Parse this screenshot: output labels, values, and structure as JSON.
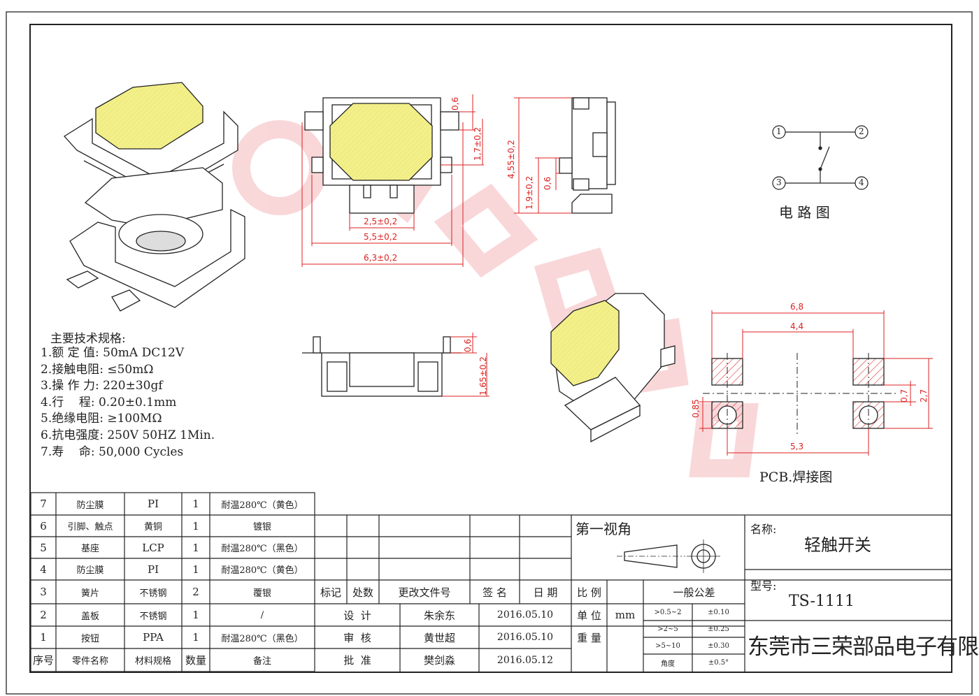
{
  "specs": {
    "heading": "主要技术规格:",
    "items": [
      "1.额 定 值: 50mA DC12V",
      "2.接触电阻: ≤50mΩ",
      "3.操 作 力: 220±30gf",
      "4.行    程: 0.20±0.1mm",
      "5.绝缘电阻: ≥100MΩ",
      "6.抗电强度: 250V 50HZ 1Min.",
      "7.寿    命: 50,000 Cycles"
    ]
  },
  "dimensions": {
    "top_pitch": "2,5±0,2",
    "body_width": "5,5±0,2",
    "overall_width": "6,3±0,2",
    "top_small": "0,6",
    "lead_pitch": "1,7±0,2",
    "side_height": "4,55±0,2",
    "side_actuator": "1,9±0,2",
    "side_small": "0,6",
    "front_small": "0,6",
    "front_height": "1,65±0,2",
    "pcb_outer": "6,8",
    "pcb_inner": "4,4",
    "pcb_pitch": "5,3",
    "pcb_pad": "0,85",
    "pcb_gap": "0,7",
    "pcb_height": "2,7"
  },
  "circuit": {
    "title": "电 路 图",
    "pins": [
      "1",
      "2",
      "3",
      "4"
    ]
  },
  "pcb_title": "PCB.焊接图",
  "bom": {
    "rows": [
      {
        "no": "7",
        "name": "防尘膜",
        "material": "PI",
        "qty": "1",
        "note": "耐温280℃（黄色）"
      },
      {
        "no": "6",
        "name": "引脚、触点",
        "material": "黄铜",
        "qty": "1",
        "note": "镀银"
      },
      {
        "no": "5",
        "name": "基座",
        "material": "LCP",
        "qty": "1",
        "note": "耐温280℃（黑色）"
      },
      {
        "no": "4",
        "name": "防尘膜",
        "material": "PI",
        "qty": "1",
        "note": "耐温280℃（黄色）"
      },
      {
        "no": "3",
        "name": "簧片",
        "material": "不锈钢",
        "qty": "2",
        "note": "覆银"
      },
      {
        "no": "2",
        "name": "盖板",
        "material": "不锈钢",
        "qty": "1",
        "note": "/"
      },
      {
        "no": "1",
        "name": "按钮",
        "material": "PPA",
        "qty": "1",
        "note": "耐温280℃（黑色）"
      }
    ],
    "header": {
      "no": "序号",
      "name": "零件名称",
      "material": "材料规格",
      "qty": "数量",
      "note": "备注"
    }
  },
  "revision": {
    "headers": [
      "标记",
      "处数",
      "更改文件号",
      "签 名",
      "日 期"
    ],
    "signoffs": [
      {
        "role": "设  计",
        "person": "朱余东",
        "date": "2016.05.10"
      },
      {
        "role": "审  核",
        "person": "黄世超",
        "date": "2016.05.10"
      },
      {
        "role": "批  准",
        "person": "樊剑淼",
        "date": "2016.05.12"
      }
    ]
  },
  "projection": {
    "label": "第一视角"
  },
  "scale_block": {
    "ratio": "比 例",
    "unit_label": "单 位",
    "unit": "mm",
    "weight": "重 量"
  },
  "tolerance": {
    "title": "一般公差",
    "rows": [
      {
        "range": ">0.5~2",
        "tol": "±0.10"
      },
      {
        "range": ">2~5",
        "tol": "±0.25"
      },
      {
        "range": ">5~10",
        "tol": "±0.30"
      },
      {
        "range": "角度",
        "tol": "±0.5°"
      }
    ]
  },
  "title_block": {
    "name_label": "名称:",
    "name": "轻触开关",
    "model_label": "型号:",
    "model": "TS-1111",
    "company": "东莞市三荣部品电子有限公司"
  },
  "colors": {
    "dimension": "#dd2222",
    "cap_fill": "#f3f08a",
    "watermark": "#f2c6c8"
  }
}
